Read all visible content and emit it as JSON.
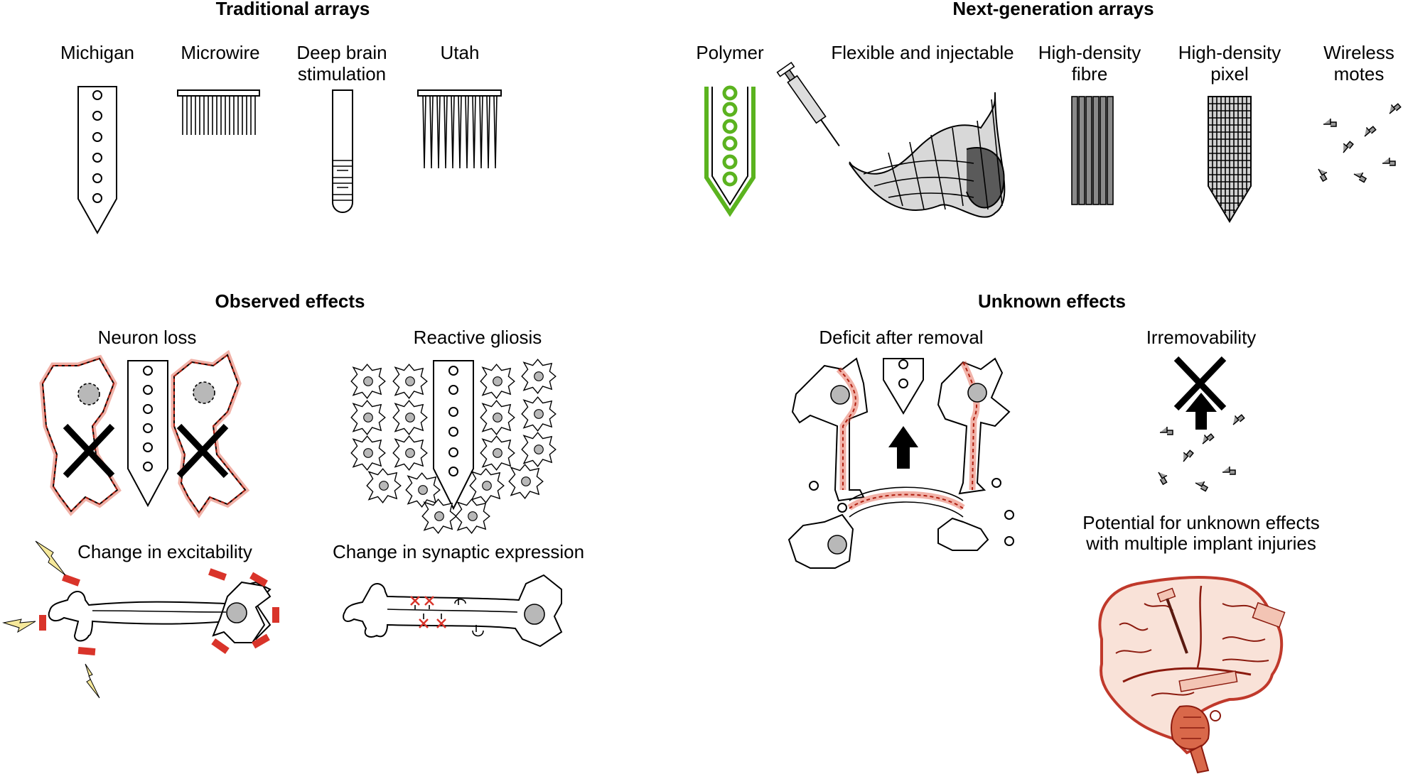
{
  "sections": {
    "traditional": {
      "title": "Traditional arrays",
      "items": [
        "Michigan",
        "Microwire",
        "Deep brain",
        "stimulation",
        "Utah"
      ]
    },
    "next_generation": {
      "title": "Next-generation arrays",
      "items": [
        "Polymer",
        "Flexible and injectable",
        "High-density",
        "fibre",
        "High-density",
        "pixel",
        "Wireless",
        "motes"
      ]
    },
    "observed": {
      "title": "Observed effects",
      "items": [
        "Neuron loss",
        "Reactive gliosis",
        "Change in excitability",
        "Change in synaptic expression"
      ]
    },
    "unknown": {
      "title": "Unknown effects",
      "items": [
        "Deficit after removal",
        "Irremovability"
      ],
      "note_line1": "Potential for unknown effects",
      "note_line2": "with multiple implant injuries"
    }
  },
  "colors": {
    "injury_red": "#e0553f",
    "polymer_green": "#5bb31f",
    "neuron_nucleus": "#b8b8b8",
    "lightning_yellow": "#f5e89a",
    "brain_fill": "#f9e2d8"
  }
}
